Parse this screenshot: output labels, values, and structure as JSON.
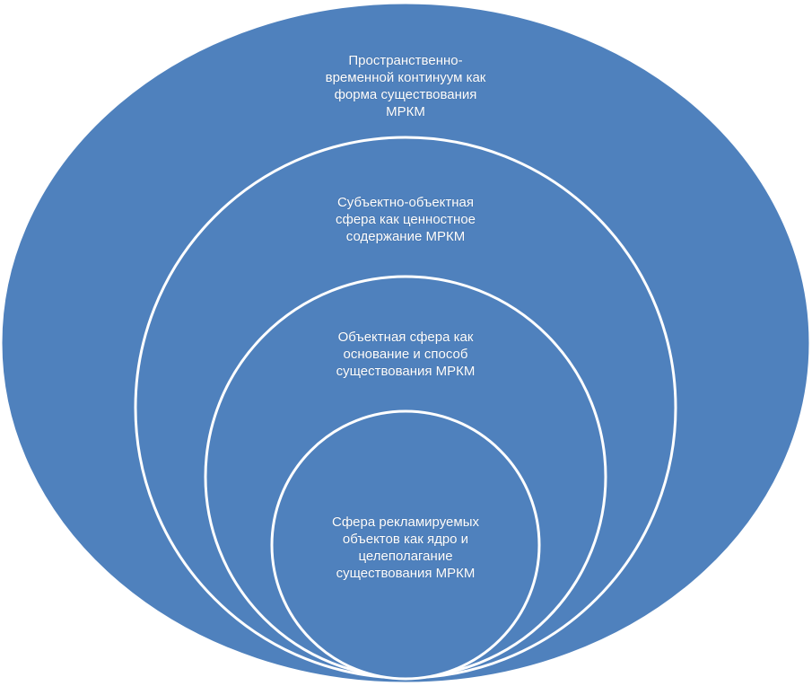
{
  "colors": {
    "fill": "#4f81bd",
    "outline": "#ffffff"
  },
  "circles": [
    {
      "id": "outer",
      "lines": [
        "Пространственно-",
        "временной континуум как",
        "форма существования",
        "МРКМ"
      ]
    },
    {
      "id": "second",
      "lines": [
        "Субъектно-объектная",
        "сфера как ценностное",
        "содержание МРКМ"
      ]
    },
    {
      "id": "third",
      "lines": [
        "Объектная сфера как",
        "основание и  способ",
        "существования МРКМ"
      ]
    },
    {
      "id": "inner",
      "lines": [
        "Сфера рекламируемых",
        "объектов как ядро  и",
        "целеполагание",
        "существования МРКМ"
      ]
    }
  ]
}
